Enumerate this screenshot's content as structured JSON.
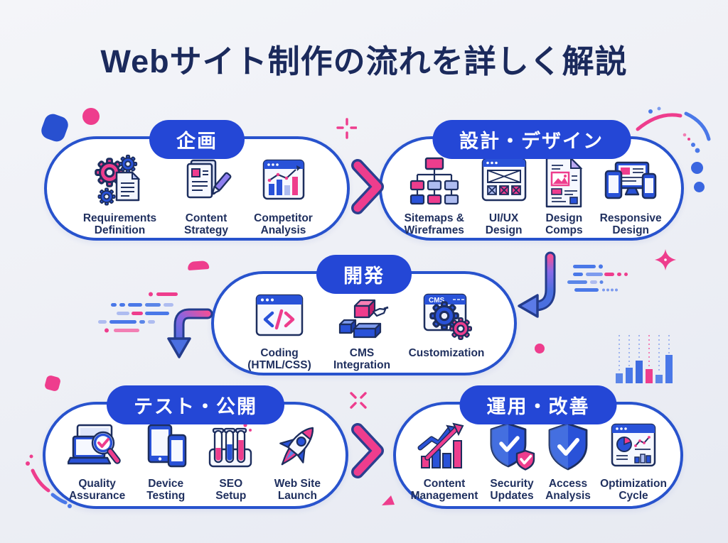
{
  "title": "Webサイト制作の流れを詳しく解説",
  "stages": [
    {
      "label": "企画",
      "items": [
        {
          "icon": "gears-document-icon",
          "label": "Requirements Definition"
        },
        {
          "icon": "document-pen-icon",
          "label": "Content Strategy"
        },
        {
          "icon": "chart-browser-icon",
          "label": "Competitor Analysis"
        }
      ]
    },
    {
      "label": "設計・デザイン",
      "items": [
        {
          "icon": "sitemap-icon",
          "label": "Sitemaps & Wireframes"
        },
        {
          "icon": "wireframe-browser-icon",
          "label": "UI/UX Design"
        },
        {
          "icon": "design-comp-icon",
          "label": "Design Comps"
        },
        {
          "icon": "devices-icon",
          "label": "Responsive Design"
        }
      ]
    },
    {
      "label": "開発",
      "items": [
        {
          "icon": "code-browser-icon",
          "label": "Coding (HTML/CSS)"
        },
        {
          "icon": "cms-blocks-icon",
          "label": "CMS Integration"
        },
        {
          "icon": "cms-gears-icon",
          "label": "Customization"
        }
      ]
    },
    {
      "label": "テスト・公開",
      "items": [
        {
          "icon": "magnifier-laptop-icon",
          "label": "Quality Assurance"
        },
        {
          "icon": "tablet-phone-icon",
          "label": "Device Testing"
        },
        {
          "icon": "test-tubes-icon",
          "label": "SEO Setup"
        },
        {
          "icon": "rocket-icon",
          "label": "Web Site Launch"
        }
      ]
    },
    {
      "label": "運用・改善",
      "items": [
        {
          "icon": "growth-chart-icon",
          "label": "Content Management"
        },
        {
          "icon": "shield-update-icon",
          "label": "Security Updates"
        },
        {
          "icon": "shield-check-icon",
          "label": "Access Analysis"
        },
        {
          "icon": "dashboard-icon",
          "label": "Optimization Cycle"
        }
      ]
    }
  ],
  "cms_badge": "CMS",
  "colors": {
    "accent_blue": "#2447d6",
    "accent_pink": "#ee3d8d",
    "navy": "#1d2e5e",
    "light_blue": "#aebcf0",
    "background": "#edeff5"
  }
}
